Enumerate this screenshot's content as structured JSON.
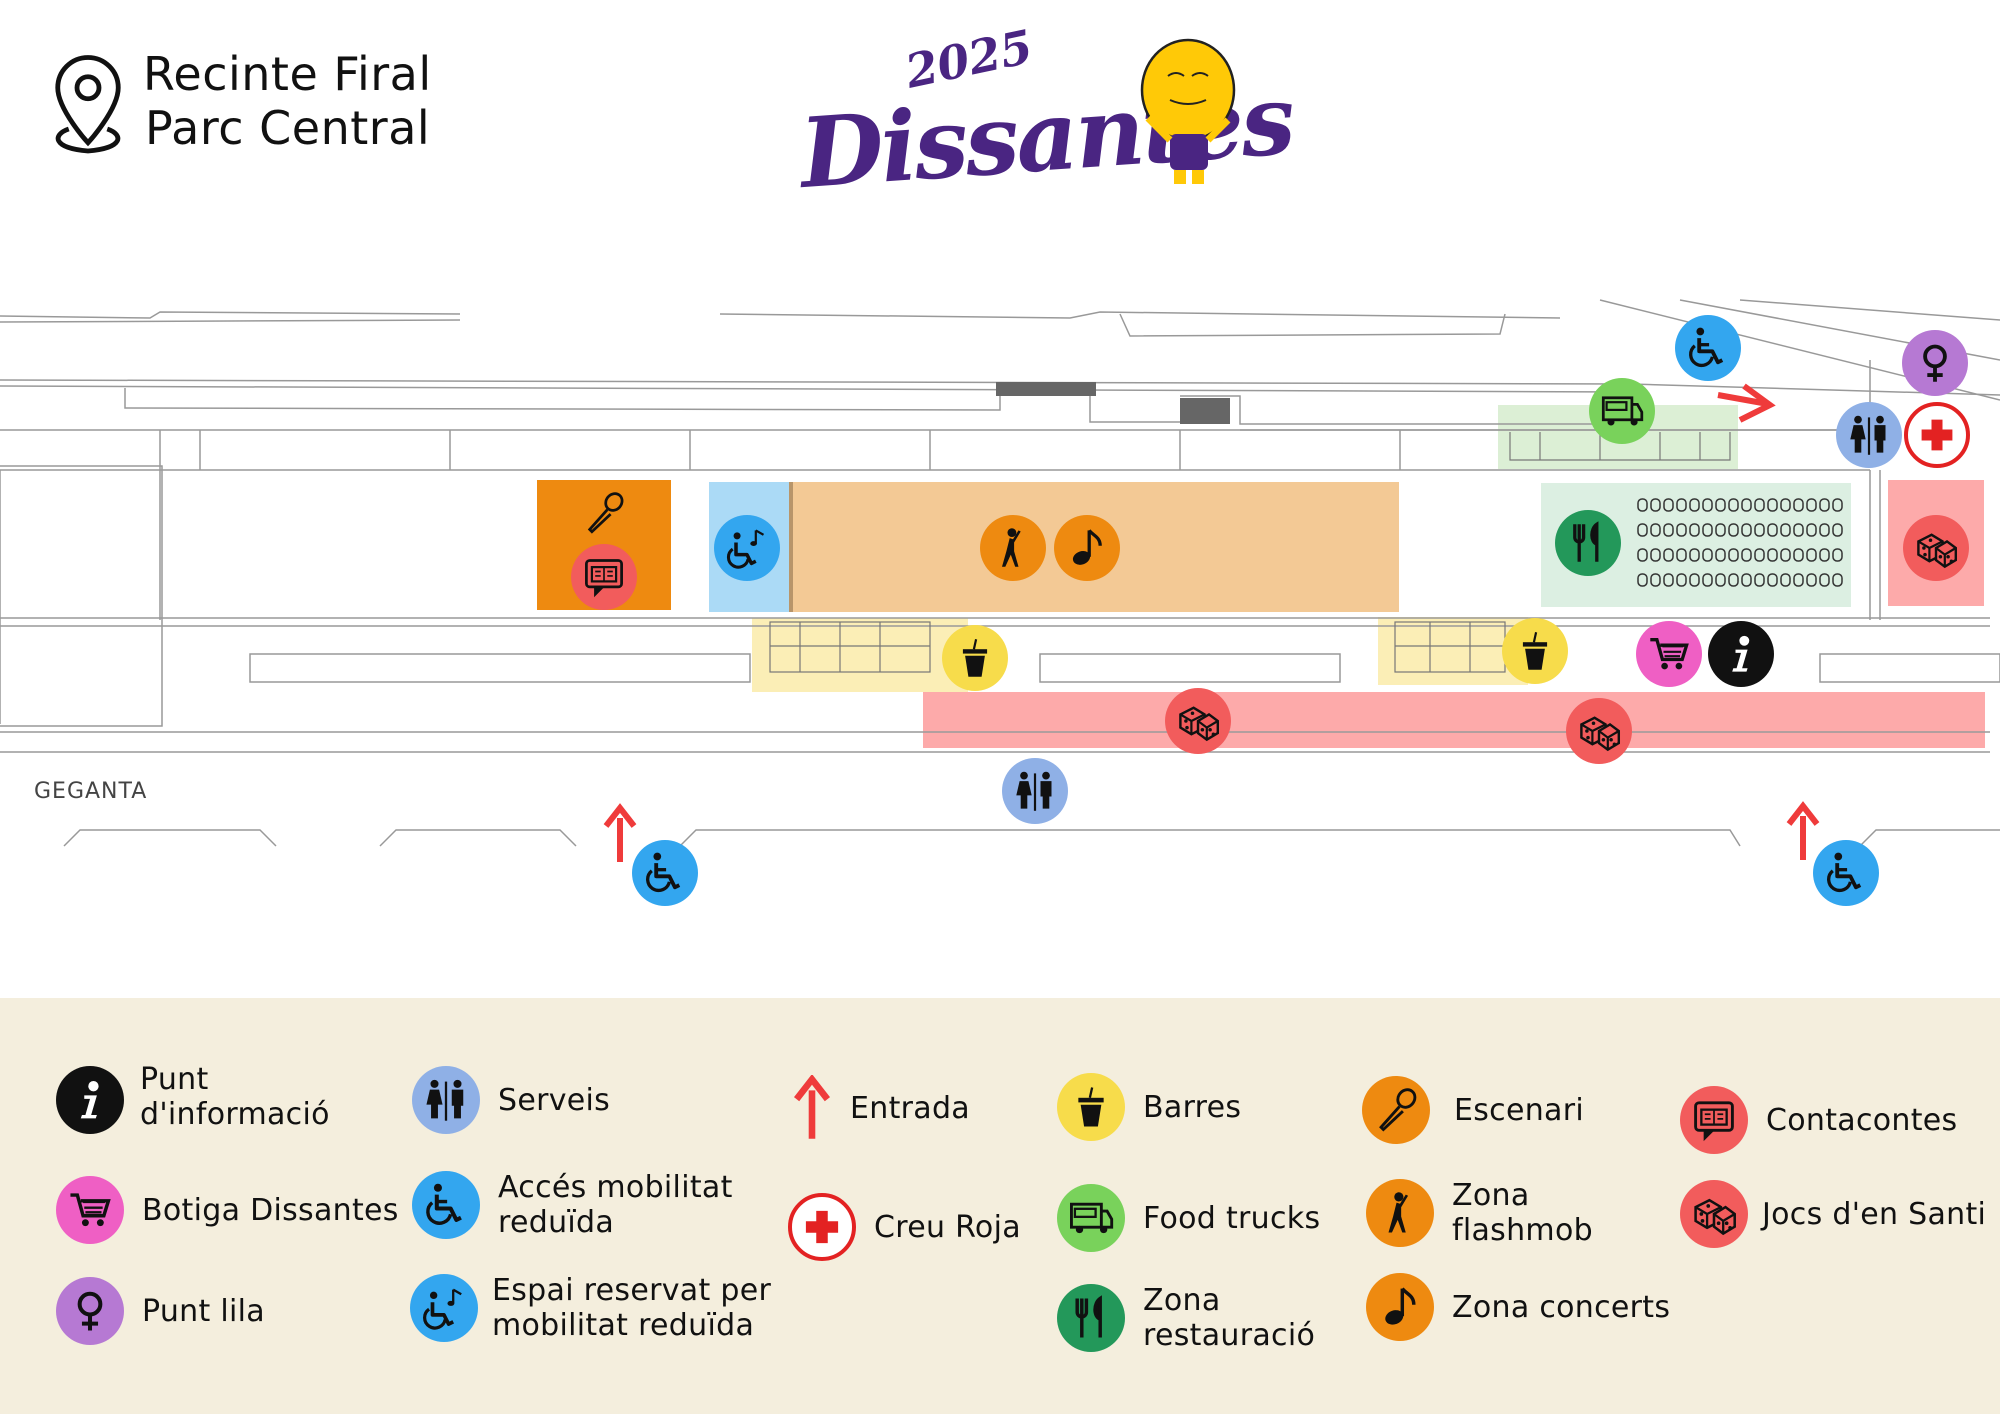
{
  "header": {
    "venue_line1": "Recinte Firal",
    "venue_line2": "Parc Central",
    "logo_year": "2025",
    "logo_word": "Dissantes"
  },
  "map": {
    "street_label": "GEGANTA"
  },
  "legend": {
    "items": [
      {
        "label_1": "Punt",
        "label_2": "d'informació",
        "icon": "info-icon",
        "color": "#111111"
      },
      {
        "label": "Botiga Dissantes",
        "icon": "cart-icon",
        "color": "#ef5fc4"
      },
      {
        "label": "Punt lila",
        "icon": "female-icon",
        "color": "#b679d3"
      },
      {
        "label": "Serveis",
        "icon": "toilets-icon",
        "color": "#8fb0e6"
      },
      {
        "label_1": "Accés mobilitat",
        "label_2": "reduïda",
        "icon": "wheelchair-icon",
        "color": "#33a6ef"
      },
      {
        "label_1": "Espai reservat per",
        "label_2": "mobilitat reduïda",
        "icon": "wheelchair-music-icon",
        "color": "#33a6ef"
      },
      {
        "label": "Entrada",
        "icon": "arrow-up-icon",
        "color": "#ef3b3b"
      },
      {
        "label": "Creu Roja",
        "icon": "red-cross-icon",
        "color": "#e32222"
      },
      {
        "label": "Barres",
        "icon": "drink-icon",
        "color": "#f7dc4b"
      },
      {
        "label": "Food trucks",
        "icon": "food-truck-icon",
        "color": "#79d25b"
      },
      {
        "label_1": "Zona",
        "label_2": "restauració",
        "icon": "cutlery-icon",
        "color": "#23985a"
      },
      {
        "label": "Escenari",
        "icon": "microphone-icon",
        "color": "#ee8a10"
      },
      {
        "label_1": "Zona",
        "label_2": "flashmob",
        "icon": "dancer-icon",
        "color": "#ee8a10"
      },
      {
        "label": "Zona concerts",
        "icon": "music-note-icon",
        "color": "#ee8a10"
      },
      {
        "label": "Contacontes",
        "icon": "storybook-icon",
        "color": "#f25c5c"
      },
      {
        "label": "Jocs d'en Santi",
        "icon": "dice-icon",
        "color": "#f25c5c"
      }
    ]
  }
}
